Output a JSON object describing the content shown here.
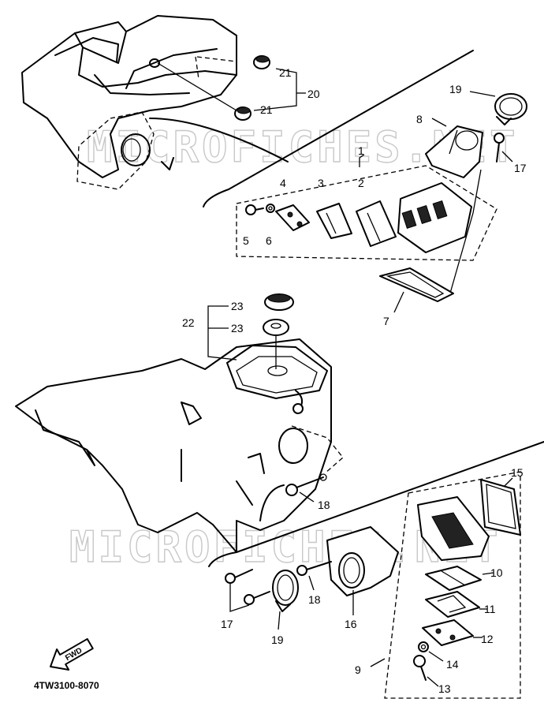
{
  "watermark": "MICROFICHES.NET",
  "part_number": "4TW3100-8070",
  "fwd_label": "FWD",
  "callouts": {
    "c1": "1",
    "c2": "2",
    "c3": "3",
    "c4": "4",
    "c5": "5",
    "c6": "6",
    "c7": "7",
    "c8": "8",
    "c9": "9",
    "c10": "10",
    "c11": "11",
    "c12": "12",
    "c13": "13",
    "c14": "14",
    "c15": "15",
    "c16": "16",
    "c17a": "17",
    "c17b": "17",
    "c18a": "18",
    "c18b": "18",
    "c19a": "19",
    "c19b": "19",
    "c20": "20",
    "c21a": "21",
    "c21b": "21",
    "c22": "22",
    "c23a": "23",
    "c23b": "23"
  }
}
